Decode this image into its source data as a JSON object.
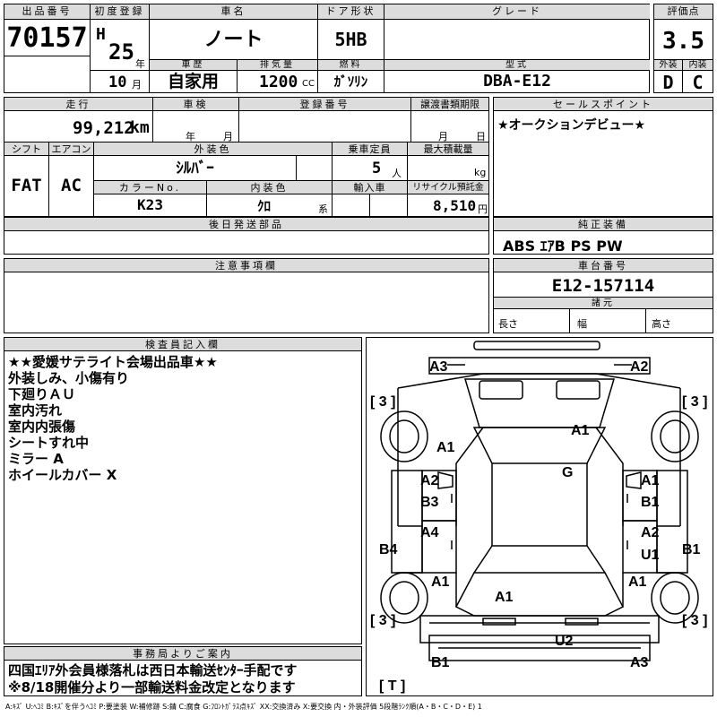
{
  "header": {
    "lot_no_label": "出品番号",
    "lot_no": "70157",
    "first_reg_label": "初度登録",
    "era": "H",
    "year": "25",
    "year_unit": "年",
    "month": "10",
    "month_unit": "月",
    "car_name_label": "車名",
    "car_name": "ノート",
    "door_label": "ドア形状",
    "door": "5HB",
    "grade_label": "グレード",
    "grade": "",
    "score_label": "評価点",
    "score": "3.5",
    "history_label": "車歴",
    "history": "自家用",
    "displacement_label": "排気量",
    "displacement": "1200",
    "displacement_unit": "CC",
    "fuel_label": "燃料",
    "fuel": "ｶﾞｿﾘﾝ",
    "model_label": "型式",
    "model": "DBA-E12",
    "exterior_label": "外装",
    "exterior": "D",
    "interior_label": "内装",
    "interior": "C"
  },
  "row2": {
    "mileage_label": "走行",
    "mileage": "99,212",
    "mileage_unit": "km",
    "inspection_label": "車検",
    "inspection_year_unit": "年",
    "inspection_month_unit": "月",
    "plate_label": "登録番号",
    "plate": "",
    "transfer_label": "譲渡書類期限",
    "transfer_month_unit": "月",
    "transfer_day_unit": "日",
    "sales_point_label": "セールスポイント",
    "sales_point": "★オークションデビュー★"
  },
  "row3": {
    "shift_label": "シフト",
    "shift": "FAT",
    "ac_label": "エアコン",
    "ac": "AC",
    "ext_color_label": "外装色",
    "ext_color": "ｼﾙﾊﾞｰ",
    "capacity_label": "乗車定員",
    "capacity": "5",
    "capacity_unit": "人",
    "max_load_label": "最大積載量",
    "max_load_unit": "kg",
    "color_no_label": "カラーNo.",
    "color_no": "K23",
    "int_color_label": "内装色",
    "int_color": "ｸﾛ",
    "int_color_unit": "系",
    "import_label": "輸入車",
    "recycle_label": "リサイクル預託金",
    "recycle": "8,510",
    "recycle_unit": "円"
  },
  "parts": {
    "later_parts_label": "後日発送部品",
    "equipment_label": "純正装備",
    "equipment": "ABS ｴｱB PS PW"
  },
  "notes": {
    "caution_label": "注意事項欄",
    "chassis_label": "車台番号",
    "chassis": "E12-157114",
    "dims_label": "諸元",
    "length_label": "長さ",
    "width_label": "幅",
    "height_label": "高さ"
  },
  "inspector": {
    "label": "検査員記入欄",
    "lines": [
      "★★愛媛サテライト会場出品車★★",
      "外装しみ、小傷有り",
      "下廻りＡＵ",
      "室内汚れ",
      "室内内張傷",
      "シートすれ中",
      "ミラー A",
      "ホイールカバー X"
    ]
  },
  "office": {
    "label": "事務局よりご案内",
    "lines": [
      "四国ｴﾘｱ外会員様落札は西日本輸送ｾﾝﾀｰ手配です",
      "※8/18開催分より一部輸送料金改定となります"
    ]
  },
  "legend": "A:ｷｽﾞ U:ﾍｺﾐ B:ｷｽﾞを伴うﾍｺﾐ P:要塗装 W:補修跡 S:錆 C:腐食 G:ﾌﾛﾝﾄｶﾞﾗｽ点ｷｽﾞ XX:交換済み X:要交換 内・外装評価 5段階ﾗﾝｸ順(A・B・C・D・E) 1",
  "diagram": {
    "marks": [
      "A3",
      "A2",
      "[ 3 ]",
      "[ 3 ]",
      "A1",
      "A1",
      "G",
      "A2",
      "B3",
      "A1",
      "B1",
      "A4",
      "A2",
      "U1",
      "B4",
      "B1",
      "A1",
      "A1",
      "A1",
      "[ 3 ]",
      "[ 3 ]",
      "U2",
      "B1",
      "A3",
      "[ T ]"
    ]
  }
}
